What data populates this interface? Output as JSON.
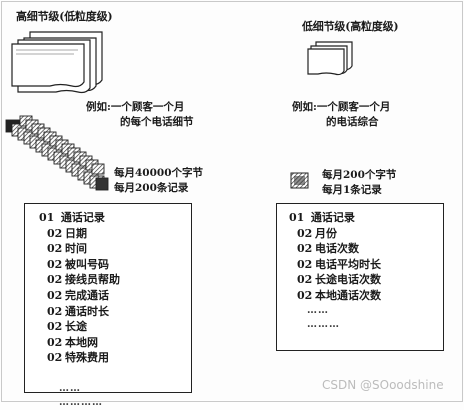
{
  "left": {
    "title": "高细节级(低粒度级)",
    "example_prefix": "例如:",
    "example_line1": "一个顾客一个月",
    "example_line2": "的每个电话细节",
    "stats_line1": "每月40000个字节",
    "stats_line2": "每月200条记录",
    "record": {
      "header": {
        "level": "01",
        "text": "通话记录"
      },
      "fields": [
        {
          "level": "02",
          "text": "日期"
        },
        {
          "level": "02",
          "text": "时间"
        },
        {
          "level": "02",
          "text": "被叫号码"
        },
        {
          "level": "02",
          "text": "接线员帮助"
        },
        {
          "level": "02",
          "text": "完成通话"
        },
        {
          "level": "02",
          "text": "通话时长"
        },
        {
          "level": "02",
          "text": "长途"
        },
        {
          "level": "02",
          "text": "本地网"
        },
        {
          "level": "02",
          "text": "特殊费用"
        }
      ],
      "dots1": "……",
      "dots2": "…………"
    }
  },
  "right": {
    "title": "低细节级(高粒度级)",
    "example_prefix": "例如:",
    "example_line1": "一个顾客一个月",
    "example_line2": "的电话综合",
    "stats_line1": "每月200个字节",
    "stats_line2": "每月1条记录",
    "record": {
      "header": {
        "level": "01",
        "text": "通话记录"
      },
      "fields": [
        {
          "level": "02",
          "text": "月份"
        },
        {
          "level": "02",
          "text": "电话次数"
        },
        {
          "level": "02",
          "text": "电话平均时长"
        },
        {
          "level": "02",
          "text": "长途电话次数"
        },
        {
          "level": "02",
          "text": "本地通话次数"
        }
      ],
      "dots1": "……",
      "dots2": "………"
    }
  },
  "watermark": "CSDN @SOoodshine"
}
